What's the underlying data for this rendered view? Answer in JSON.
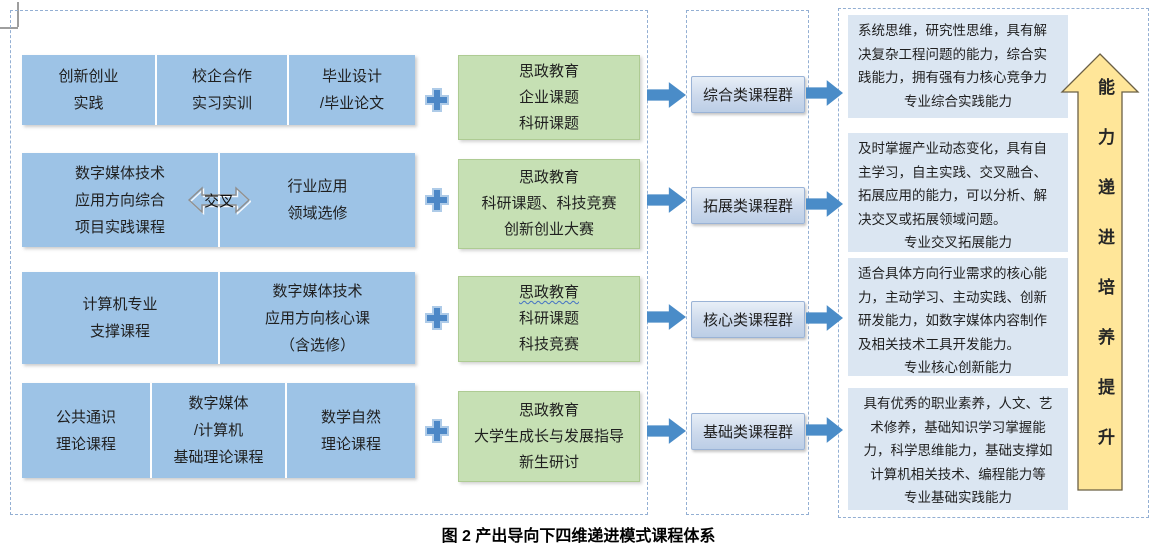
{
  "figure": {
    "caption": "图 2 产出导向下四维递进模式课程体系"
  },
  "colors": {
    "course_box_blue": "#9dc3e6",
    "practice_box_green": "#c6e0b4",
    "arrow_blue": "#4a8cc8",
    "chip_blue": "#c8d7ea",
    "ability_panel_blue": "#dbe6f2",
    "ability_arrow_yellow": "#ffe699",
    "dashed_border": "#93afd3"
  },
  "left_panel": {
    "rows": [
      {
        "boxes": [
          "创新创业\n实践",
          "校企合作\n实习实训",
          "毕业设计\n/毕业论文"
        ]
      },
      {
        "boxes": [
          "数字媒体技术\n应用方向综合\n项目实践课程",
          "行业应用\n领域选修"
        ],
        "connector": "交叉"
      },
      {
        "boxes": [
          "计算机专业\n支撑课程",
          "数字媒体技术\n应用方向核心课\n（含选修）"
        ]
      },
      {
        "boxes": [
          "公共通识\n理论课程",
          "数字媒体\n/计算机\n基础理论课程",
          "数学自然\n理论课程"
        ]
      }
    ]
  },
  "practice_boxes": [
    {
      "lines": [
        "思政教育",
        "企业课题",
        "科研课题"
      ]
    },
    {
      "lines": [
        "思政教育",
        "科研课题、科技竞赛",
        "创新创业大赛"
      ]
    },
    {
      "lines": [
        "思政教育",
        "科研课题",
        "科技竞赛"
      ]
    },
    {
      "lines": [
        "思政教育",
        "大学生成长与发展指导",
        "新生研讨"
      ]
    }
  ],
  "course_groups": [
    {
      "label": "综合类课程群"
    },
    {
      "label": "拓展类课程群"
    },
    {
      "label": "核心类课程群"
    },
    {
      "label": "基础类课程群"
    }
  ],
  "ability_blocks": [
    {
      "body": "系统思维，研究性思维，具有解决复杂工程问题的能力，综合实践能力，拥有强有力核心竞争力",
      "tagline": "专业综合实践能力"
    },
    {
      "body": "及时掌握产业动态变化，具有自主学习，自主实践、交叉融合、拓展应用的能力，可以分析、解决交叉或拓展领域问题。",
      "tagline": "专业交叉拓展能力"
    },
    {
      "body": "适合具体方向行业需求的核心能力，主动学习、主动实践、创新研发能力，如数字媒体内容制作及相关技术工具开发能力。",
      "tagline": "专业核心创新能力"
    },
    {
      "body": "具有优秀的职业素养，人文、艺术修养，基础知识学习掌握能力，科学思维能力，基础支撑如计算机相关技术、编程能力等",
      "tagline": "专业基础实践能力"
    }
  ],
  "ability_arrow": {
    "label": "能力递进培养提升"
  }
}
